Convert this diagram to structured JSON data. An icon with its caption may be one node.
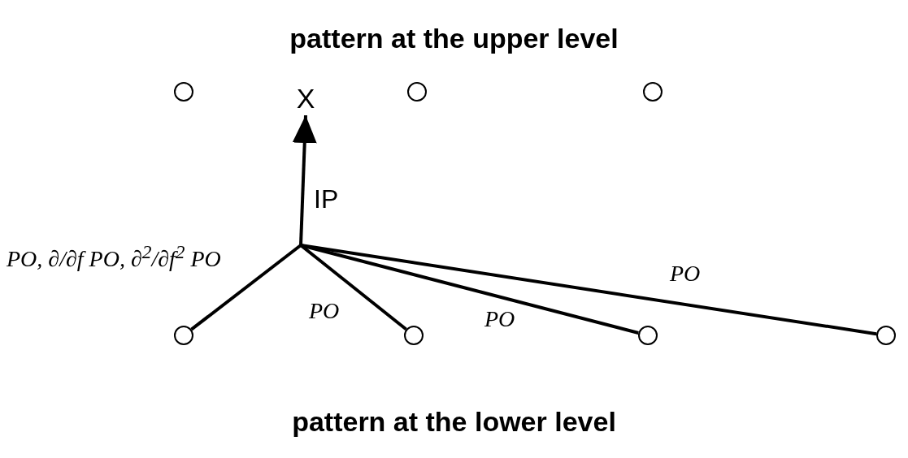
{
  "diagram": {
    "nodes": [
      {
        "text": [],
        "shape": "circle"
      },
      {
        "text": [
          "X"
        ]
      },
      {
        "text": [],
        "shape": "circle"
      },
      {
        "text": [],
        "shape": "circle"
      },
      {
        "text": [],
        "shape": "circle"
      },
      {
        "text": [],
        "shape": "circle"
      },
      {
        "text": [],
        "shape": "circle"
      },
      {
        "text": [],
        "shape": "circle"
      }
    ],
    "edges": [
      {
        "from": null,
        "to": 1,
        "arrow": "to",
        "label": "IP"
      },
      {
        "from": null,
        "to": 4,
        "arrow": "none",
        "label": "PO,  ∂/∂f PO,  ∂$^{2}$/∂f$^{2}$ PO"
      },
      {
        "from": null,
        "to": 5,
        "arrow": "none",
        "label": "PO"
      },
      {
        "from": null,
        "to": 6,
        "arrow": "none",
        "label": "PO"
      },
      {
        "from": null,
        "to": 7,
        "arrow": "none",
        "label": "PO"
      }
    ],
    "labels": [
      "pattern at the upper level",
      "pattern at the lower level"
    ]
  }
}
